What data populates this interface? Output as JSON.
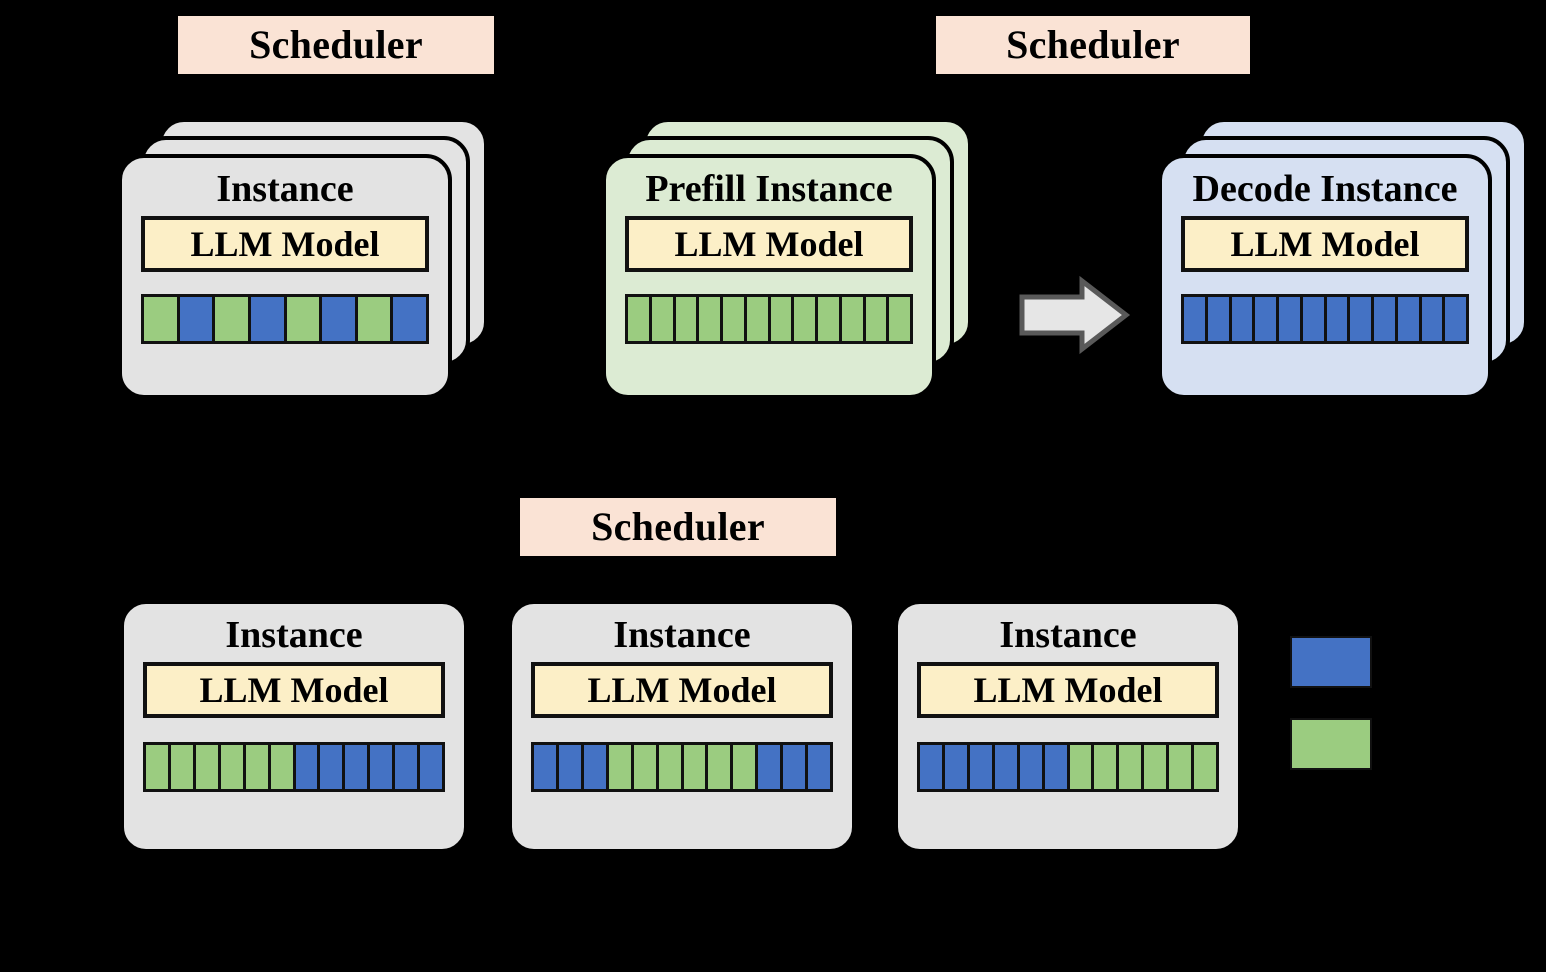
{
  "figure": {
    "background_color": "#000000",
    "colors": {
      "scheduler_fill": "#FAE3D5",
      "instance_grey": "#E3E3E3",
      "instance_green": "#DCEBD3",
      "instance_blue": "#D6E0F2",
      "model_fill": "#FCEFC7",
      "block_blue": "#4472C4",
      "block_green": "#9BCC80",
      "transfer_arrow_fill": "#E6E6E6",
      "transfer_arrow_stroke": "#595959",
      "outline": "#000000"
    }
  },
  "panels": {
    "top_left": {
      "scheduler_label": "Scheduler",
      "instance": {
        "title": "Instance",
        "model_label": "LLM Model",
        "stack_depth": 3,
        "blocks": [
          "green",
          "blue",
          "green",
          "blue",
          "green",
          "blue",
          "green",
          "blue"
        ]
      }
    },
    "top_middle": {
      "scheduler_label": "Scheduler",
      "instance": {
        "title": "Prefill Instance",
        "model_label": "LLM Model",
        "stack_depth": 3,
        "blocks": [
          "green",
          "green",
          "green",
          "green",
          "green",
          "green",
          "green",
          "green",
          "green",
          "green",
          "green",
          "green"
        ]
      }
    },
    "top_right": {
      "instance": {
        "title": "Decode Instance",
        "model_label": "LLM Model",
        "stack_depth": 3,
        "blocks": [
          "blue",
          "blue",
          "blue",
          "blue",
          "blue",
          "blue",
          "blue",
          "blue",
          "blue",
          "blue",
          "blue",
          "blue"
        ]
      }
    },
    "bottom": {
      "scheduler_label": "Scheduler",
      "instances": [
        {
          "title": "Instance",
          "model_label": "LLM Model",
          "blocks": [
            "green",
            "green",
            "green",
            "green",
            "green",
            "green",
            "blue",
            "blue",
            "blue",
            "blue",
            "blue",
            "blue"
          ]
        },
        {
          "title": "Instance",
          "model_label": "LLM Model",
          "blocks": [
            "blue",
            "blue",
            "blue",
            "green",
            "green",
            "green",
            "green",
            "green",
            "green",
            "blue",
            "blue",
            "blue"
          ]
        },
        {
          "title": "Instance",
          "model_label": "LLM Model",
          "blocks": [
            "blue",
            "blue",
            "blue",
            "blue",
            "blue",
            "blue",
            "green",
            "green",
            "green",
            "green",
            "green",
            "green"
          ]
        }
      ]
    }
  },
  "legend": {
    "items": [
      {
        "swatch_color": "#4472C4",
        "label": ""
      },
      {
        "swatch_color": "#9BCC80",
        "label": ""
      }
    ]
  }
}
